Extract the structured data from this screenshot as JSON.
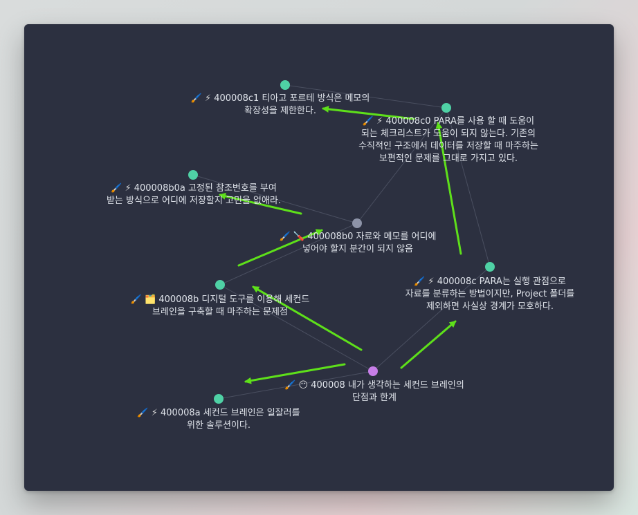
{
  "graph": {
    "nodes": [
      {
        "id": "n400008c1",
        "name": "node-400008c1",
        "color": "#4fd1a5",
        "icons": "🖌️ ⚡",
        "lines": [
          "400008c1 티아고 포르테 방식은 메모의",
          "확장성을 제한한다."
        ]
      },
      {
        "id": "n400008c0",
        "name": "node-400008c0",
        "color": "#4fd1a5",
        "icons": "🖌️ ⚡",
        "lines": [
          "400008c0 PARA를 사용 할 때 도움이",
          "되는 체크리스트가 도움이 되지 않는다. 기존의",
          "수직적인 구조에서 데이터를 저장할 때 마주하는",
          "보편적인 문제를 그대로 가지고 있다."
        ]
      },
      {
        "id": "n400008b0a",
        "name": "node-400008b0a",
        "color": "#4fd1a5",
        "icons": "🖌️ ⚡",
        "lines": [
          "400008b0a 고정된 참조번호를 부여",
          "받는 방식으로 어디에 저장할지 고민을 없애라."
        ]
      },
      {
        "id": "n400008b0",
        "name": "node-400008b0",
        "color": "#8d93a8",
        "icons": "🖌️ 🪛",
        "lines": [
          "400008b0 자료와 메모를 어디에",
          "넣어야 할지 분간이 되지 않음"
        ]
      },
      {
        "id": "n400008b",
        "name": "node-400008b",
        "color": "#4fd1a5",
        "icons": "🖌️ 🗂️",
        "lines": [
          "400008b 디지털 도구를 이용해 세컨드",
          "브레인을 구축할 때 마주하는 문제점"
        ]
      },
      {
        "id": "n400008c",
        "name": "node-400008c",
        "color": "#4fd1a5",
        "icons": "🖌️ ⚡",
        "lines": [
          "400008c PARA는 실행 관점으로",
          "자료를 분류하는 방법이지만, Project 폴더를",
          "제외하면 사실상 경계가 모호하다."
        ]
      },
      {
        "id": "n400008",
        "name": "node-400008",
        "color": "#c77ee8",
        "icons": "🖌️ 😶",
        "lines": [
          "400008 내가 생각하는 세컨드 브레인의",
          "단점과 한계"
        ]
      },
      {
        "id": "n400008a",
        "name": "node-400008a",
        "color": "#4fd1a5",
        "icons": "🖌️ ⚡",
        "lines": [
          "400008a 세컨드 브레인은 일잘러를",
          "위한 솔루션이다."
        ]
      }
    ],
    "edges": [
      [
        "n400008",
        "n400008a"
      ],
      [
        "n400008",
        "n400008b"
      ],
      [
        "n400008",
        "n400008c"
      ],
      [
        "n400008b",
        "n400008b0"
      ],
      [
        "n400008b0",
        "n400008b0a"
      ],
      [
        "n400008b0",
        "n400008c0"
      ],
      [
        "n400008c",
        "n400008c0"
      ],
      [
        "n400008c0",
        "n400008c1"
      ]
    ],
    "arrow_color": "#5ee01a",
    "edge_color": "#4a4f60"
  }
}
